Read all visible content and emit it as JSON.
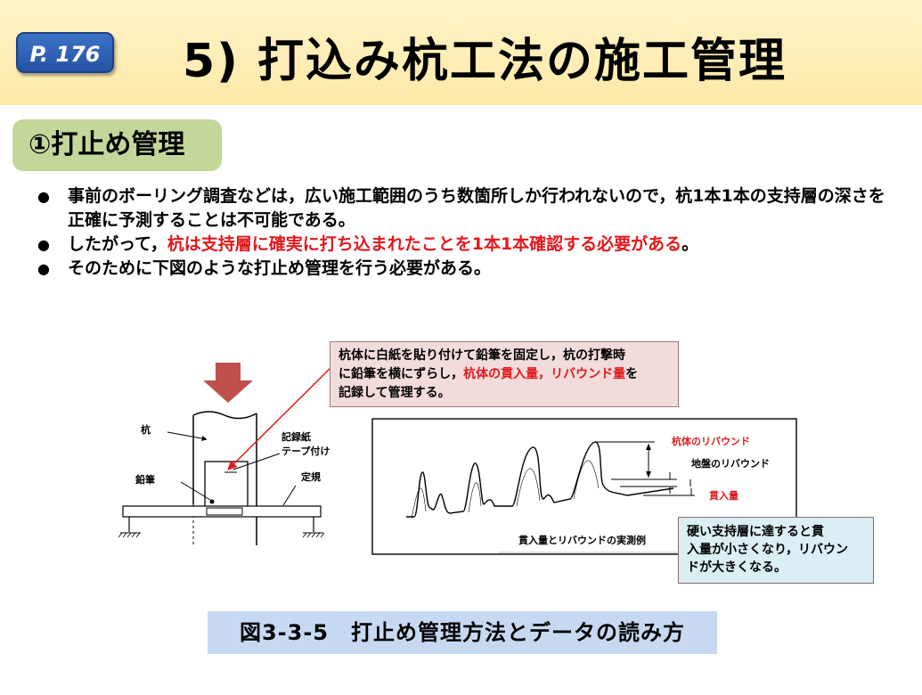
{
  "header": {
    "page_badge": "P. 176",
    "title": "5) 打込み杭工法の施工管理"
  },
  "section": {
    "title": "①打止め管理"
  },
  "bullets": [
    {
      "text": "事前のボーリング調査などは，広い施工範囲のうち数箇所しか行われないので，杭1本1本の支持層の深さを正確に予測することは不可能である。"
    },
    {
      "pre": "したがって，",
      "highlight": "杭は支持層に確実に打ち込まれたことを1本1本確認する必要がある",
      "post": "。"
    },
    {
      "text": "そのために下図のような打止め管理を行う必要がある。"
    }
  ],
  "callout_top": {
    "line1": "杭体に白紙を貼り付けて鉛筆を固定し，杭の打撃時",
    "line2_pre": "に鉛筆を横にずらし，",
    "line2_highlight": "杭体の貫入量，リバウンド量",
    "line2_post": "を",
    "line3": "記録して管理する。"
  },
  "left_diagram": {
    "pile": "杭",
    "pencil": "鉛筆",
    "record_paper": "記録紙",
    "tape": "テープ付け",
    "ruler": "定規"
  },
  "graph": {
    "pile_rebound": "杭体のリバウンド",
    "ground_rebound": "地盤のリバウンド",
    "penetration": "貫入量",
    "caption": "貫入量とリバウンドの実測例"
  },
  "callout_br": {
    "line1": "硬い支持層に達すると貫",
    "line2": "入量が小さくなり，リバウン",
    "line3": "ドが大きくなる。"
  },
  "figure_caption": "図3-3-5　打止め管理方法とデータの読み方",
  "colors": {
    "accent_red": "#e0191c",
    "badge_blue": "#2653a5",
    "section_green": "#c3d79b"
  }
}
